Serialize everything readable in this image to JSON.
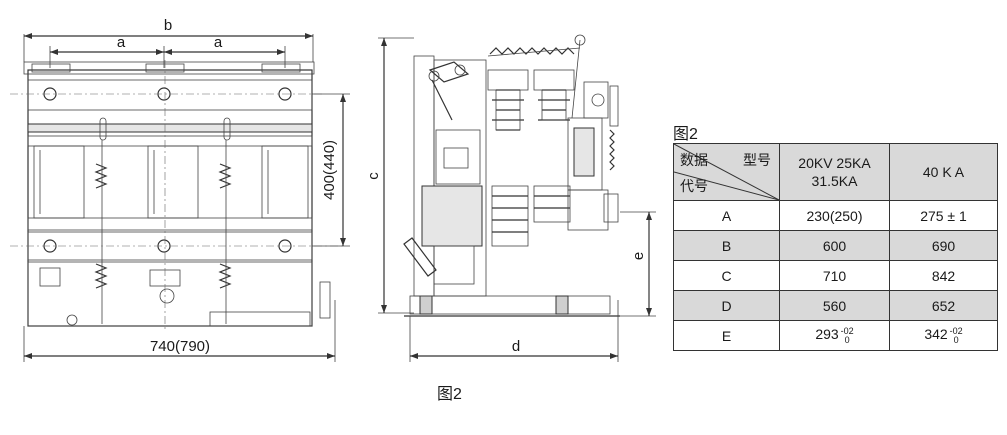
{
  "dimensions": {
    "b": "b",
    "a_left": "a",
    "a_right": "a",
    "height_front": "400(440)",
    "width_front": "740(790)",
    "c": "c",
    "d": "d",
    "e": "e"
  },
  "table": {
    "title": "图2",
    "header": {
      "top_right": "型号",
      "top_left": "数据",
      "bottom_left": "代号",
      "col1": "20KV 25KA\n31.5KA",
      "col2": "40 K A"
    },
    "rows": [
      {
        "code": "A",
        "v1": "230(250)",
        "v2": "275 ± 1",
        "tol1": null,
        "tol2": null
      },
      {
        "code": "B",
        "v1": "600",
        "v2": "690",
        "tol1": null,
        "tol2": null
      },
      {
        "code": "C",
        "v1": "710",
        "v2": "842",
        "tol1": null,
        "tol2": null
      },
      {
        "code": "D",
        "v1": "560",
        "v2": "652",
        "tol1": null,
        "tol2": null
      },
      {
        "code": "E",
        "v1": "293",
        "v2": "342",
        "tol1": {
          "upper": "-02",
          "lower": "0"
        },
        "tol2": {
          "upper": "-02",
          "lower": "0"
        }
      }
    ]
  },
  "caption": "图2"
}
